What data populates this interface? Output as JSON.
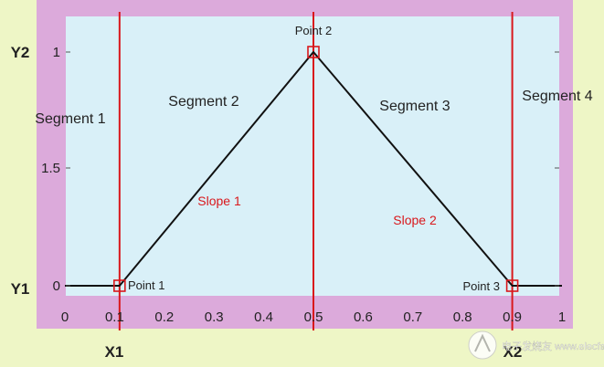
{
  "chart_data": {
    "type": "line",
    "x_ticks": [
      "0",
      "0.1",
      "0.2",
      "0.3",
      "0.4",
      "0.5",
      "0.6",
      "0.7",
      "0.8",
      "0.9",
      "1"
    ],
    "y_ticks": [
      "0",
      "1.5",
      "1"
    ],
    "axis_markers": {
      "x1": "X1",
      "x2": "X2",
      "y1": "Y1",
      "y2": "Y2"
    },
    "series": [
      {
        "values": [
          [
            0,
            0
          ],
          [
            0.11,
            0
          ],
          [
            0.5,
            1
          ],
          [
            0.9,
            0
          ],
          [
            1,
            0
          ]
        ]
      }
    ],
    "vertical_lines_x": [
      0.11,
      0.5,
      0.9
    ],
    "points": [
      {
        "label": "Point 1",
        "x": 0.11,
        "y": 0
      },
      {
        "label": "Point 2",
        "x": 0.5,
        "y": 1
      },
      {
        "label": "Point 3",
        "x": 0.9,
        "y": 0
      }
    ],
    "segment_labels": [
      "Segment 1",
      "Segment 2",
      "Segment 3",
      "Segment 4"
    ],
    "slope_labels": [
      "Slope 1",
      "Slope 2"
    ],
    "xlim": [
      0,
      1
    ],
    "ylim": [
      0,
      1
    ],
    "grid": false,
    "colors": {
      "page_background": "#eef6c6",
      "frame": "#dcaadb",
      "plot_background": "#d9f0f8",
      "series_line": "#111111",
      "marker_lines": "#d9181c",
      "slope_text": "#d9181c"
    }
  },
  "watermark": "电子发烧友 www.elecfans.com"
}
